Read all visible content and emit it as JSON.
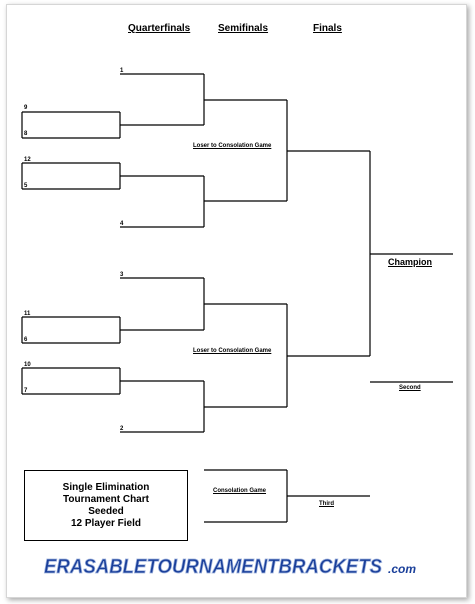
{
  "headers": {
    "quarterfinals": "Quarterfinals",
    "semifinals": "Semifinals",
    "finals": "Finals"
  },
  "seeds": [
    "1",
    "9",
    "8",
    "12",
    "5",
    "4",
    "3",
    "11",
    "6",
    "10",
    "7",
    "2"
  ],
  "labels": {
    "loser_top": "Loser to Consolation Game",
    "loser_bottom": "Loser to Consolation Game",
    "champion": "Champion",
    "second": "Second",
    "consolation_game": "Consolation Game",
    "third": "Third"
  },
  "info": {
    "line1": "Single Elimination",
    "line2": "Tournament Chart",
    "line3": "Seeded",
    "line4": "12 Player Field"
  },
  "logo": {
    "main": "ERASABLETOURNAMENTBRACKETS",
    "suffix": ".com",
    "colors": {
      "blue": "#1a3f9a",
      "outline": "#9fb3de"
    }
  }
}
